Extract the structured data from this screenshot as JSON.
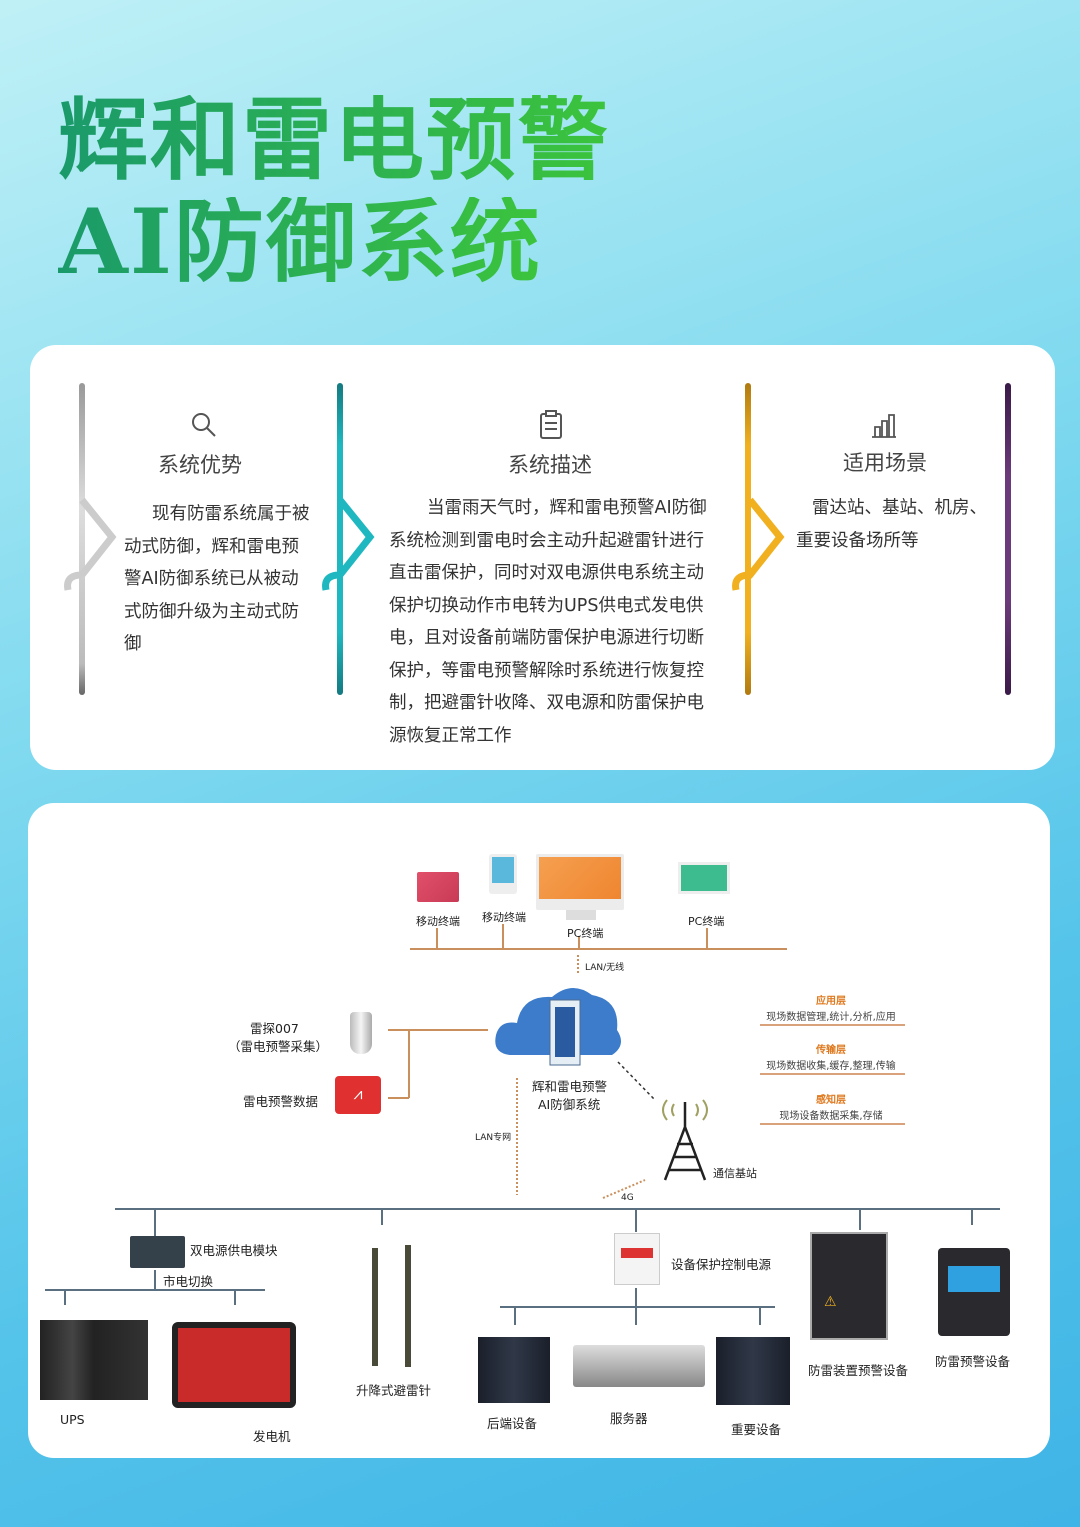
{
  "title": {
    "line1": "辉和雷电预警",
    "line2": "AI防御系统"
  },
  "columns": [
    {
      "heading": "系统优势",
      "icon": "search-icon",
      "text": "现有防雷系统属于被动式防御，辉和雷电预警AI防御系统已从被动式防御升级为主动式防御",
      "color": "#c8c8c8"
    },
    {
      "heading": "系统描述",
      "icon": "clipboard-icon",
      "text": "当雷雨天气时，辉和雷电预警AI防御系统检测到雷电时会主动升起避雷针进行直击雷保护，同时对双电源供电系统主动保护切换动作市电转为UPS供电式发电供电，且对设备前端防雷保护电源进行切断保护，等雷电预警解除时系统进行恢复控制，把避雷针收降、双电源和防雷保护电源恢复正常工作",
      "color": "#1fb8c0"
    },
    {
      "heading": "适用场景",
      "icon": "bar-chart-icon",
      "text": "雷达站、基站、机房、重要设备场所等",
      "color": "#f0b020"
    }
  ],
  "end_bar_color": "#6b3a7a",
  "diagram": {
    "terminals": [
      "移动终端",
      "移动终端",
      "PC终端",
      "PC终端"
    ],
    "lan_wireless": "LAN/无线",
    "sensor": {
      "line1": "雷探007",
      "line2": "（雷电预警采集）"
    },
    "data_label": "雷电预警数据",
    "center": {
      "line1": "辉和雷电预警",
      "line2": "AI防御系统"
    },
    "lan_private": "LAN专网",
    "tower": "通信基站",
    "g4": "4G",
    "layers": [
      {
        "name": "应用层",
        "desc": "现场数据管理,统计,分析,应用"
      },
      {
        "name": "传输层",
        "desc": "现场数据收集,缓存,整理,传输"
      },
      {
        "name": "感知层",
        "desc": "现场设备数据采集,存储"
      }
    ],
    "dual_power": "双电源供电模块",
    "mains_switch": "市电切换",
    "ups": "UPS",
    "generator": "发电机",
    "lift_rod": "升降式避雷针",
    "protect_power": "设备保护控制电源",
    "backend": "后端设备",
    "server": "服务器",
    "important": "重要设备",
    "warn_device": "防雷装置预警设备",
    "warn_device2": "防雷预警设备"
  }
}
